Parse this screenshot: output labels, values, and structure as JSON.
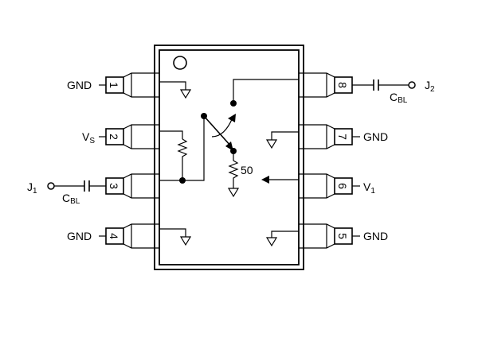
{
  "pins": [
    {
      "num": "1",
      "label": "GND"
    },
    {
      "num": "2",
      "label": "VS"
    },
    {
      "num": "3",
      "label": "J1"
    },
    {
      "num": "4",
      "label": "GND"
    },
    {
      "num": "5",
      "label": "GND"
    },
    {
      "num": "6",
      "label": "V1"
    },
    {
      "num": "7",
      "label": "GND"
    },
    {
      "num": "8",
      "label": "J2"
    }
  ],
  "labels": {
    "gnd": "GND",
    "vs_main": "V",
    "vs_sub": "S",
    "v1_main": "V",
    "v1_sub": "1",
    "j1_main": "J",
    "j1_sub": "1",
    "j2_main": "J",
    "j2_sub": "2",
    "cbl_main": "C",
    "cbl_sub": "BL",
    "termination": "50"
  }
}
